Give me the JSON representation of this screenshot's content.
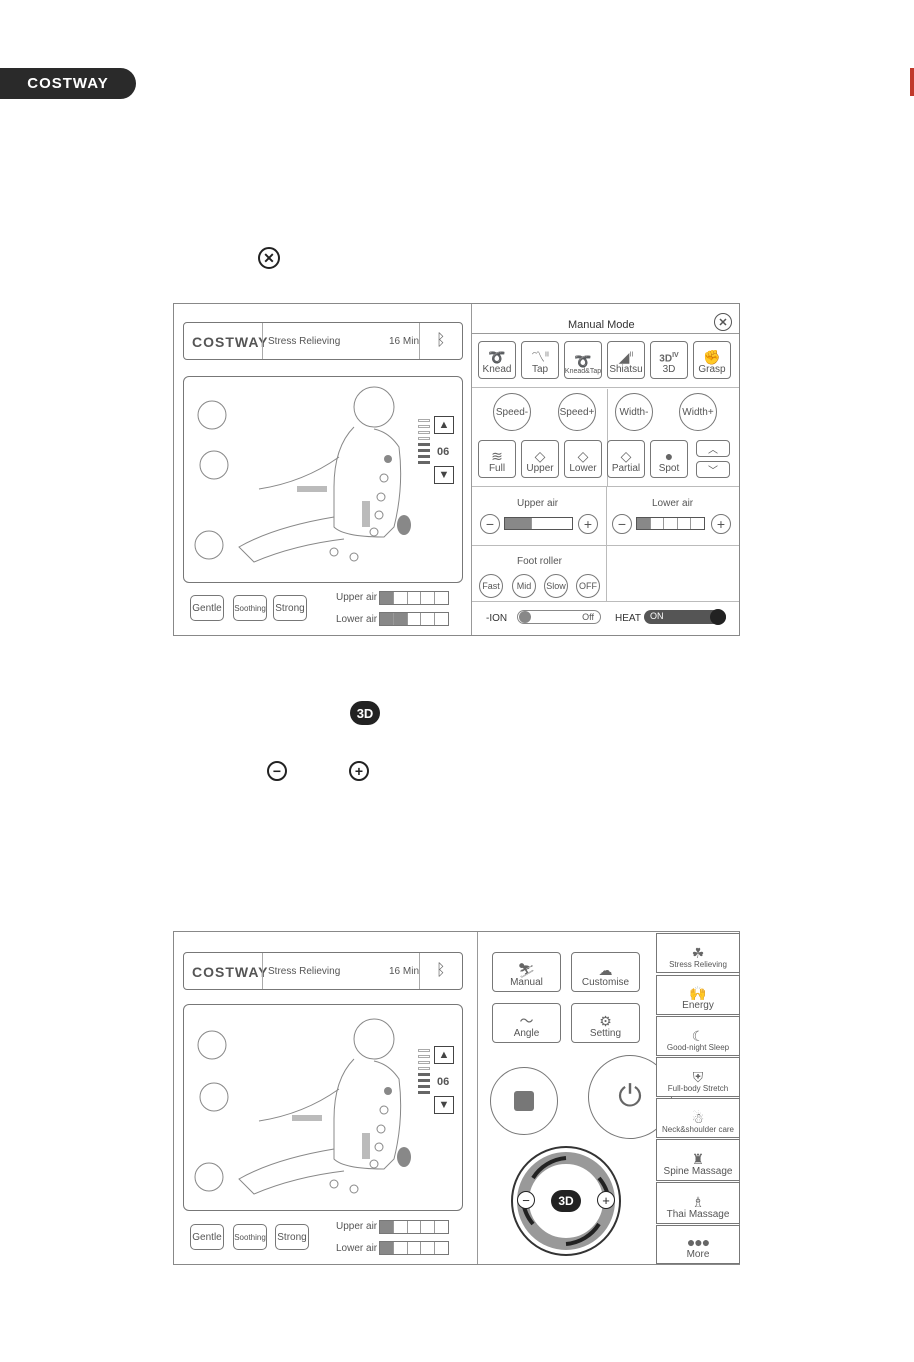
{
  "brand": "COSTWAY",
  "top_panel": {
    "logo": "COSTWAY",
    "program": "Stress Relieving",
    "time": "16 Min",
    "level": "06",
    "intensity": [
      "Gentle",
      "Soothing",
      "Strong"
    ],
    "upper_air_label": "Upper air",
    "lower_air_label": "Lower air",
    "manual_title": "Manual Mode",
    "techniques": [
      "Knead",
      "Tap",
      "Knead&Tap",
      "Shiatsu",
      "3D",
      "Grasp"
    ],
    "technique_badges": {
      "tap": "II",
      "shiatsu": "II",
      "three_d": "IV"
    },
    "speed": [
      "Speed-",
      "Speed+"
    ],
    "width": [
      "Width-",
      "Width+"
    ],
    "areas": [
      "Full",
      "Upper",
      "Lower",
      "Partial",
      "Spot"
    ],
    "upper_air": "Upper air",
    "lower_air": "Lower air",
    "foot_roller": "Foot roller",
    "roller_speeds": [
      "Fast",
      "Mid",
      "Slow",
      "OFF"
    ],
    "ion_label": "-ION",
    "ion_state": "Off",
    "heat_label": "HEAT",
    "heat_state": "ON"
  },
  "bottom_panel": {
    "logo": "COSTWAY",
    "program": "Stress Relieving",
    "time": "16 Min",
    "level": "06",
    "intensity": [
      "Gentle",
      "Soothing",
      "Strong"
    ],
    "upper_air_label": "Upper air",
    "lower_air_label": "Lower air",
    "menu": [
      "Manual",
      "Customise",
      "Angle",
      "Setting"
    ],
    "dial_center": "3D",
    "programs": [
      "Stress Relieving",
      "Energy",
      "Good-night Sleep",
      "Full-body Stretch",
      "Neck&shoulder care",
      "Spine Massage",
      "Thai Massage",
      "More"
    ]
  },
  "inline_icons": {
    "three_d": "3D"
  }
}
